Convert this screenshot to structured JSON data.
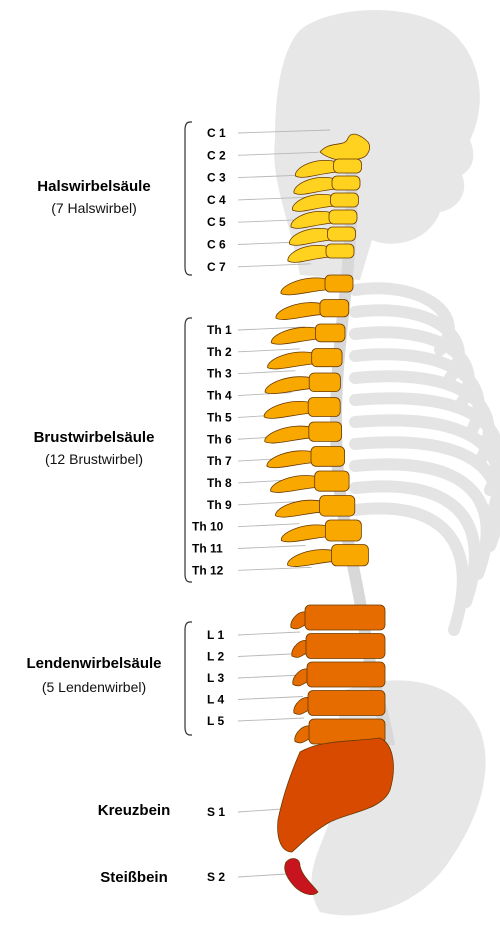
{
  "sections": [
    {
      "id": "cervical",
      "title": "Halswirbelsäule",
      "subtitle": "(7 Halswirbel)",
      "labels": [
        "C 1",
        "C 2",
        "C 3",
        "C 4",
        "C 5",
        "C 6",
        "C 7"
      ]
    },
    {
      "id": "thoracic",
      "title": "Brustwirbelsäule",
      "subtitle": "(12 Brustwirbel)",
      "labels": [
        "Th 1",
        "Th 2",
        "Th 3",
        "Th 4",
        "Th 5",
        "Th 6",
        "Th 7",
        "Th 8",
        "Th 9",
        "Th 10",
        "Th 11",
        "Th 12"
      ]
    },
    {
      "id": "lumbar",
      "title": "Lendenwirbelsäule",
      "subtitle": "(5 Lendenwirbel)",
      "labels": [
        "L 1",
        "L 2",
        "L 3",
        "L 4",
        "L 5"
      ]
    },
    {
      "id": "sacrum",
      "title": "Kreuzbein",
      "labels": [
        "S 1"
      ]
    },
    {
      "id": "coccyx",
      "title": "Steißbein",
      "labels": [
        "S 2"
      ]
    }
  ],
  "colors": {
    "cervical": "#ffd21f",
    "thoracic": "#f9a800",
    "lumbar": "#e66c00",
    "sacrum": "#d84a00",
    "coccyx": "#c8141e",
    "silhouette": "#e7e7e7"
  }
}
